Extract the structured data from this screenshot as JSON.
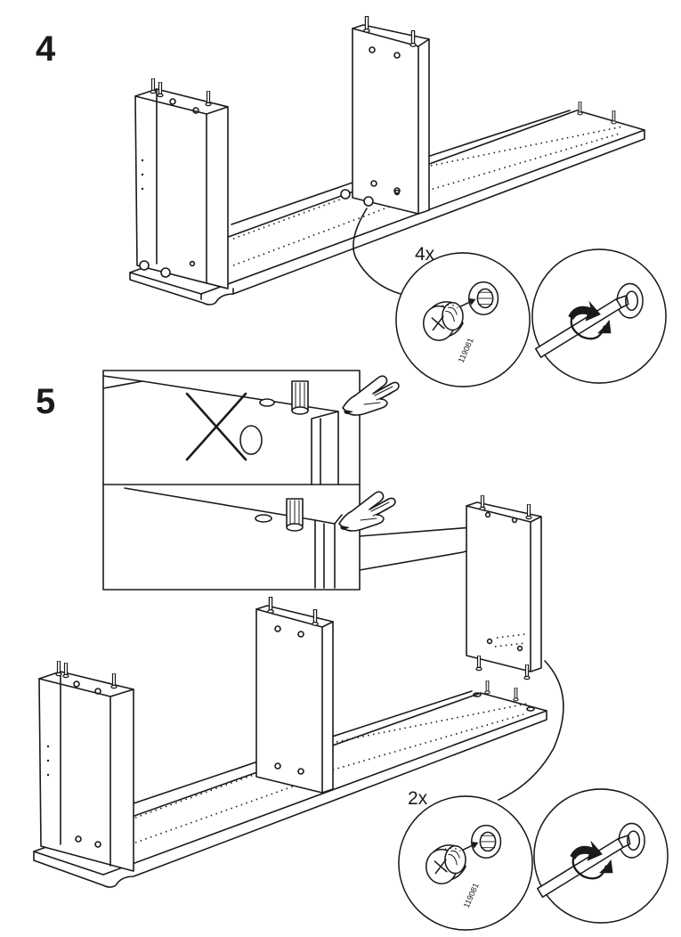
{
  "steps": [
    {
      "number": "4",
      "quantity": "4x",
      "part_number": "119081",
      "icons": [
        "cam-lock-fitting-icon",
        "screwdriver-turn-icon"
      ]
    },
    {
      "number": "5",
      "quantity": "2x",
      "part_number": "119081",
      "icons": [
        "wrong-way-x-icon",
        "press-finger-icon",
        "cam-lock-fitting-icon",
        "screwdriver-turn-icon"
      ]
    }
  ],
  "colors": {
    "line": "#1a1a1a",
    "background": "#ffffff"
  }
}
